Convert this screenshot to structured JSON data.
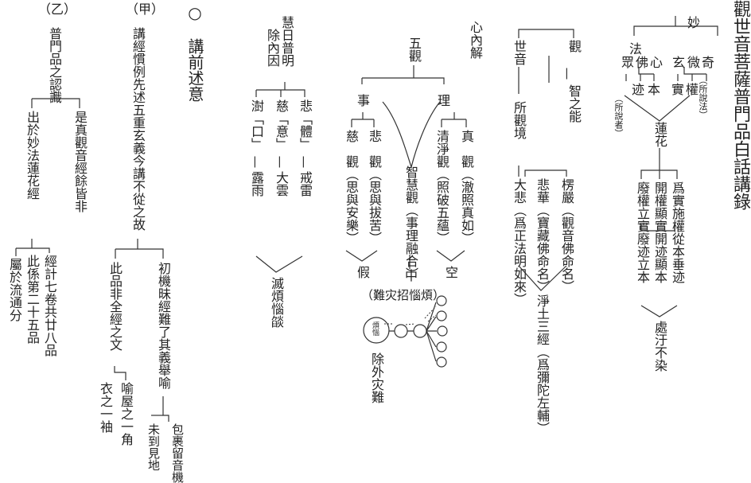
{
  "title": "觀世音菩薩普門品白話講錄",
  "col1": {
    "miao": "妙",
    "fa": "法",
    "qi": "奇",
    "wei": "微",
    "xuan": "玄",
    "xin": "心",
    "fo": "佛",
    "zhong": "眾",
    "quan": "權",
    "shi": "實",
    "ben": "本",
    "ji": "迹",
    "note_fa": "（所說法）",
    "note_zhe": "（所說者）",
    "lianhua": "蓮花",
    "r1": "爲實施權從本垂迹",
    "r2": "開權顯實開迹顯本",
    "r3": "廢權立實廢迹立本",
    "chu": "處汙不染"
  },
  "col2": {
    "guan": "觀",
    "shiyin": "世音",
    "zhineng": "智之能",
    "suoguan": "所觀境",
    "lengyan": "楞嚴（觀音佛命名）",
    "beihua": "悲華（寶藏佛命名）",
    "dabei": "大悲（爲正法明如來）",
    "jingtu": "淨土三經（爲彌陀左輔）"
  },
  "col3": {
    "heading": "心內解",
    "wuguan": "五觀",
    "li": "理",
    "shi": "事",
    "zhen": "真　觀（澈照真如）",
    "qingjing": "清淨觀（照破五蘊）",
    "zhihui": "智慧觀（事理融合）",
    "bei": "悲　觀（思與拔苦）",
    "ci": "慈　觀（思與安樂）",
    "kong": "空",
    "zhong": "中",
    "jia": "假",
    "nanzai": "（難灾招惱煩）",
    "fannao": "煩惱",
    "chuwai": "除外灾難"
  },
  "col4": {
    "huiri": "慧日普明",
    "chunei": "除內因",
    "bei": "悲「體」",
    "ci": "慈「意」",
    "shu": "澍「口」",
    "jie": "戒雷",
    "dayun": "大雲",
    "luyu": "露雨",
    "mie": "滅煩惱燄"
  },
  "col5": {
    "heading": "○　講前述意",
    "jia": "（甲）",
    "jia_text": "講經慣例先述五重玄義今講不從之故",
    "chuji": "初機昧經難了其義舉喻",
    "cipin": "此品非全經之文",
    "baoguo": "包裹留音機",
    "weidao": "未到見地",
    "yuwu": "喻屋之一角",
    "yizhi": "衣之一袖",
    "yi": "（乙）",
    "yi_text": "普門品之認識",
    "shi": "是真觀音經餘皆非",
    "chuyu": "出於妙法蓮花經",
    "jingji": "經計七卷共廿八品",
    "cixi": "此係第二十五品",
    "shuyu": "屬於流通分"
  }
}
